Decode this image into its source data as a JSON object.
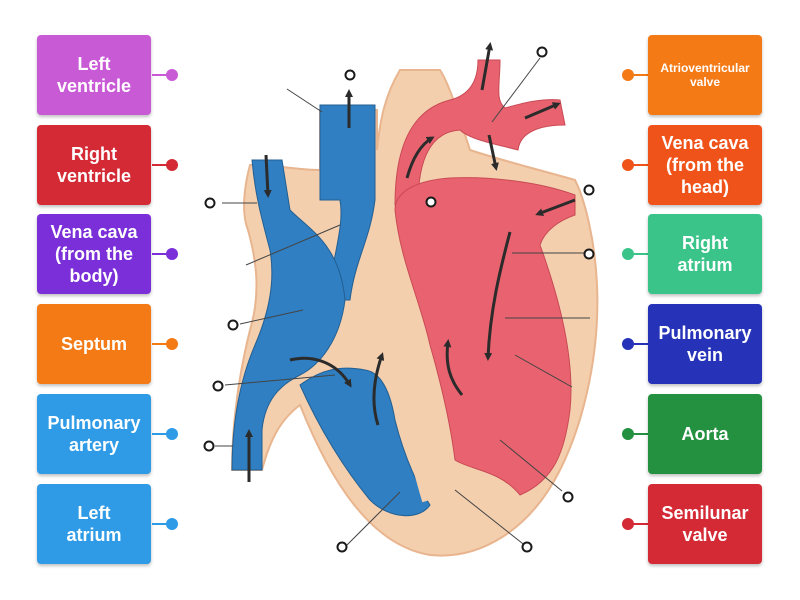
{
  "left_labels": [
    {
      "text": "Left\nventricle",
      "color": "#c95ad6"
    },
    {
      "text": "Right\nventricle",
      "color": "#d42a35"
    },
    {
      "text": "Vena cava\n(from the\nbody)",
      "color": "#7a2fd8"
    },
    {
      "text": "Septum",
      "color": "#f47a16"
    },
    {
      "text": "Pulmonary\nartery",
      "color": "#2f9be6"
    },
    {
      "text": "Left\natrium",
      "color": "#2f9be6"
    }
  ],
  "right_labels": [
    {
      "text": "Atrioventricular\nvalve",
      "color": "#f47a16",
      "small": true
    },
    {
      "text": "Vena cava\n(from the\nhead)",
      "color": "#f0531a"
    },
    {
      "text": "Right\natrium",
      "color": "#3bc48a"
    },
    {
      "text": "Pulmonary\nvein",
      "color": "#2633b8"
    },
    {
      "text": "Aorta",
      "color": "#23913f"
    },
    {
      "text": "Semilunar\nvalve",
      "color": "#d42a35"
    }
  ],
  "colors": {
    "blood_deoxygenated": "#2f7fc2",
    "blood_oxygenated": "#e8636f",
    "tissue": "#f3cfae",
    "tissue_outline": "#e8b58f",
    "arrow": "#2b2b2b"
  }
}
